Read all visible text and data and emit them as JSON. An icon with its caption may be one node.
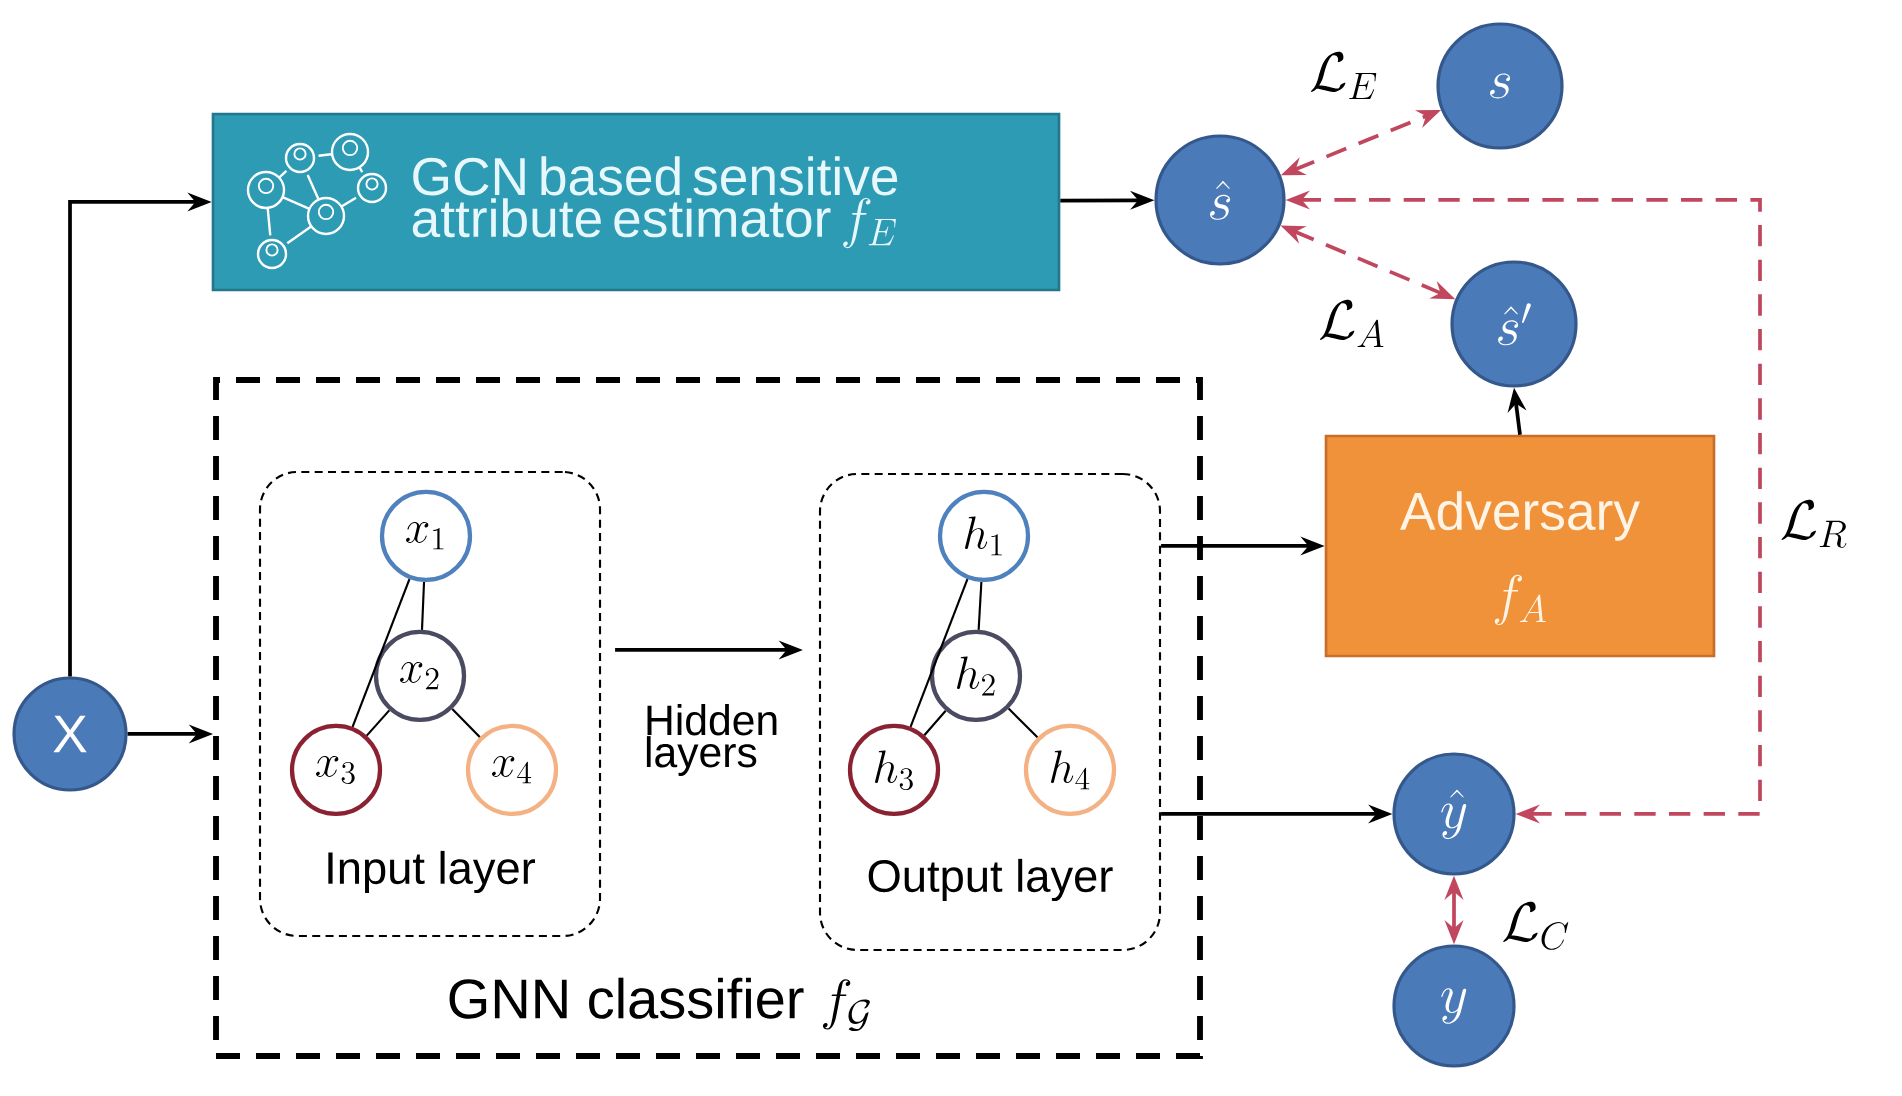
{
  "diagram": {
    "nodes": [
      {
        "text": [
          "X"
        ]
      },
      {
        "text": [
          "GCN based sensitive attribute estimator",
          "f_E"
        ]
      },
      {
        "text": [
          "\\hat{s}"
        ]
      },
      {
        "text": [
          "s"
        ]
      },
      {
        "text": [
          "\\hat{s}'"
        ]
      },
      {
        "text": [
          "GNN classifier",
          "f_{\\mathcal{G}}"
        ]
      },
      {
        "text": [
          "Input layer"
        ],
        "in": 5
      },
      {
        "text": [
          "x_1"
        ],
        "in": 6
      },
      {
        "text": [
          "x_2"
        ],
        "in": 6
      },
      {
        "text": [
          "x_3"
        ],
        "in": 6
      },
      {
        "text": [
          "x_4"
        ],
        "in": 6
      },
      {
        "text": [
          "Output layer"
        ],
        "in": 5
      },
      {
        "text": [
          "h_1"
        ],
        "in": 11
      },
      {
        "text": [
          "h_2"
        ],
        "in": 11
      },
      {
        "text": [
          "h_3"
        ],
        "in": 11
      },
      {
        "text": [
          "h_4"
        ],
        "in": 11
      },
      {
        "text": [
          "Adversary",
          "f_A"
        ]
      },
      {
        "text": [
          "\\hat{y}"
        ]
      },
      {
        "text": [
          "y"
        ]
      }
    ],
    "edges": [
      {
        "from": 0,
        "to": 1,
        "arrow": "to"
      },
      {
        "from": 0,
        "to": 5,
        "arrow": "to"
      },
      {
        "from": 1,
        "to": 2,
        "arrow": "to"
      },
      {
        "from": 2,
        "to": 3,
        "arrow": "both",
        "style": "dashed",
        "color": "#c0475e",
        "label": "\\mathcal{L}_E"
      },
      {
        "from": 2,
        "to": 4,
        "arrow": "both",
        "style": "dashed",
        "color": "#c0475e",
        "label": "\\mathcal{L}_A"
      },
      {
        "from": 16,
        "to": 4,
        "arrow": "to"
      },
      {
        "from": 11,
        "to": 16,
        "arrow": "to"
      },
      {
        "from": 11,
        "to": 17,
        "arrow": "to"
      },
      {
        "from": 17,
        "to": 2,
        "arrow": "both",
        "style": "dashed",
        "color": "#c0475e",
        "label": "\\mathcal{L}_R"
      },
      {
        "from": 17,
        "to": 18,
        "arrow": "both",
        "color": "#c0475e",
        "label": "\\mathcal{L}_C"
      },
      {
        "from": 6,
        "to": 11,
        "arrow": "to",
        "label": "Hidden layers"
      },
      {
        "from": 7,
        "to": 8,
        "arrow": "none"
      },
      {
        "from": 7,
        "to": 9,
        "arrow": "none"
      },
      {
        "from": 8,
        "to": 9,
        "arrow": "none"
      },
      {
        "from": 8,
        "to": 10,
        "arrow": "none"
      },
      {
        "from": 12,
        "to": 13,
        "arrow": "none"
      },
      {
        "from": 12,
        "to": 14,
        "arrow": "none"
      },
      {
        "from": 13,
        "to": 14,
        "arrow": "none"
      },
      {
        "from": 13,
        "to": 15,
        "arrow": "none"
      }
    ]
  }
}
